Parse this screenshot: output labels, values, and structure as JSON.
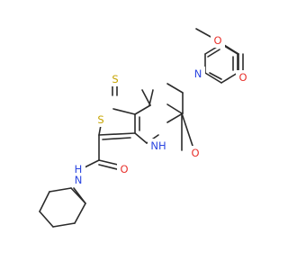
{
  "molecule": {
    "atoms": {
      "methyl_O": {
        "label": "O",
        "color": "#e8322d"
      },
      "ester_O": {
        "label": "O",
        "color": "#e8322d"
      },
      "thione_S": {
        "label": "S",
        "color": "#c6a400"
      },
      "ring_N": {
        "label": "N",
        "color": "#2b46e0"
      },
      "ring_S": {
        "label": "S",
        "color": "#c6a400"
      },
      "lactam_NH": {
        "label": "NH",
        "color": "#2b46e0"
      },
      "lactam_O": {
        "label": "O",
        "color": "#e8322d"
      },
      "amide_NH": {
        "label": "N",
        "color": "#2b46e0"
      },
      "amide_H": {
        "label": "H",
        "color": "#2b46e0"
      },
      "amide_O": {
        "label": "O",
        "color": "#e8322d"
      }
    },
    "bond_color": "#2b2b2b"
  }
}
